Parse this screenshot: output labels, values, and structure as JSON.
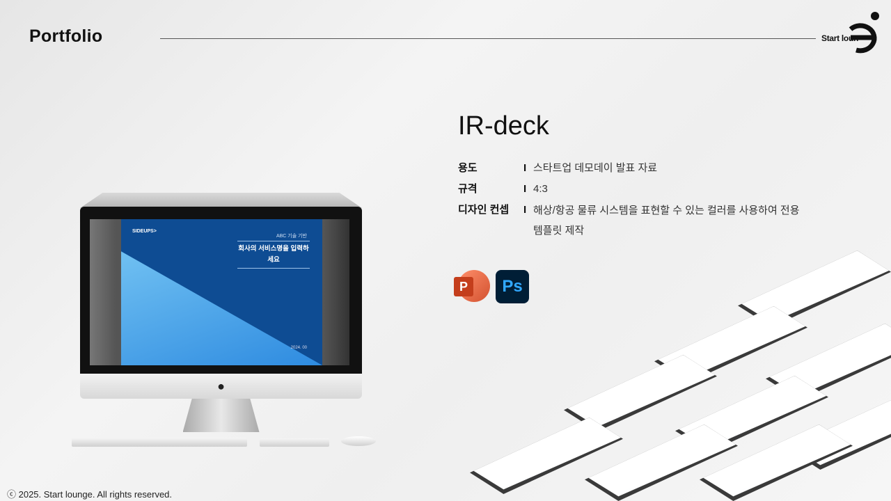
{
  "header": {
    "title": "Portfolio",
    "logo_text": "Start loun"
  },
  "project": {
    "name": "IR-deck",
    "specs": [
      {
        "label": "용도",
        "value": "스타트업 데모데이 발표 자료"
      },
      {
        "label": "규격",
        "value": "4:3"
      },
      {
        "label": "디자인 컨셉",
        "value": "해상/항공 물류 시스템을 표현할 수 있는 컬러를 사용하여 전용 템플릿 제작"
      }
    ],
    "separator": "I",
    "tools": [
      {
        "icon": "powerpoint-icon",
        "label": "P"
      },
      {
        "icon": "photoshop-icon",
        "label": "Ps"
      }
    ]
  },
  "slide": {
    "brand": "SIDEUPS>",
    "subtitle": "ABC 기술 기반",
    "title": "회사의 서비스명을 입력하세요",
    "date": "2024. 00"
  },
  "footer": {
    "copyright": "ⓒ 2025. Start lounge. All rights reserved."
  }
}
